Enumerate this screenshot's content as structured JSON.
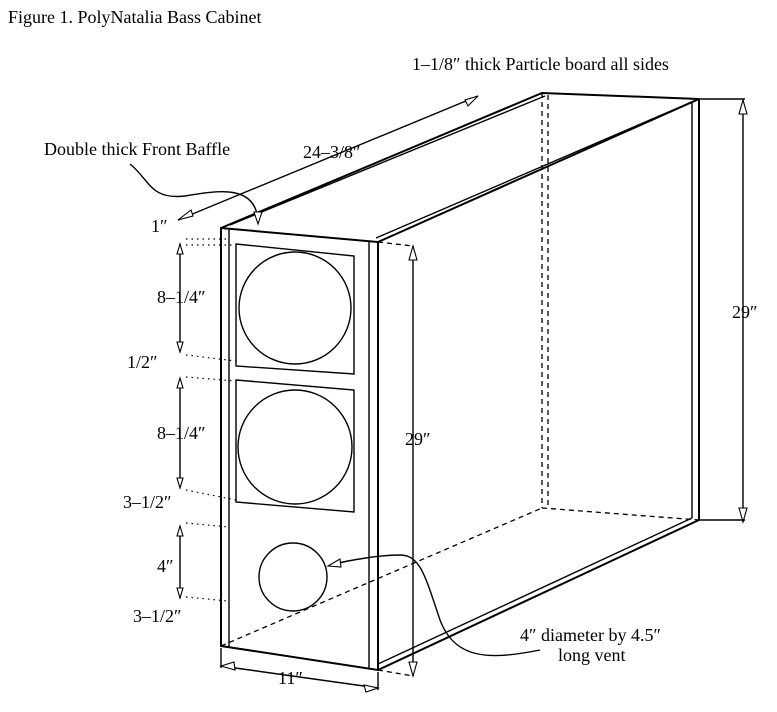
{
  "title": "Figure 1. PolyNatalia Bass Cabinet",
  "labels": {
    "material": "1–1/8″ thick Particle board all sides",
    "baffle": "Double thick Front Baffle",
    "depth": "24–3/8″",
    "height_front": "29″",
    "height_back": "29″",
    "width": "11″",
    "top_margin": "1″",
    "woofer1_height": "8–1/4″",
    "gap": "1/2″",
    "woofer2_height": "8–1/4″",
    "vent_top_gap": "3–1/2″",
    "vent_dia": "4″",
    "vent_bottom_gap": "3–1/2″",
    "vent_note_line1": "4″ diameter by 4.5″",
    "vent_note_line2": "long vent"
  }
}
